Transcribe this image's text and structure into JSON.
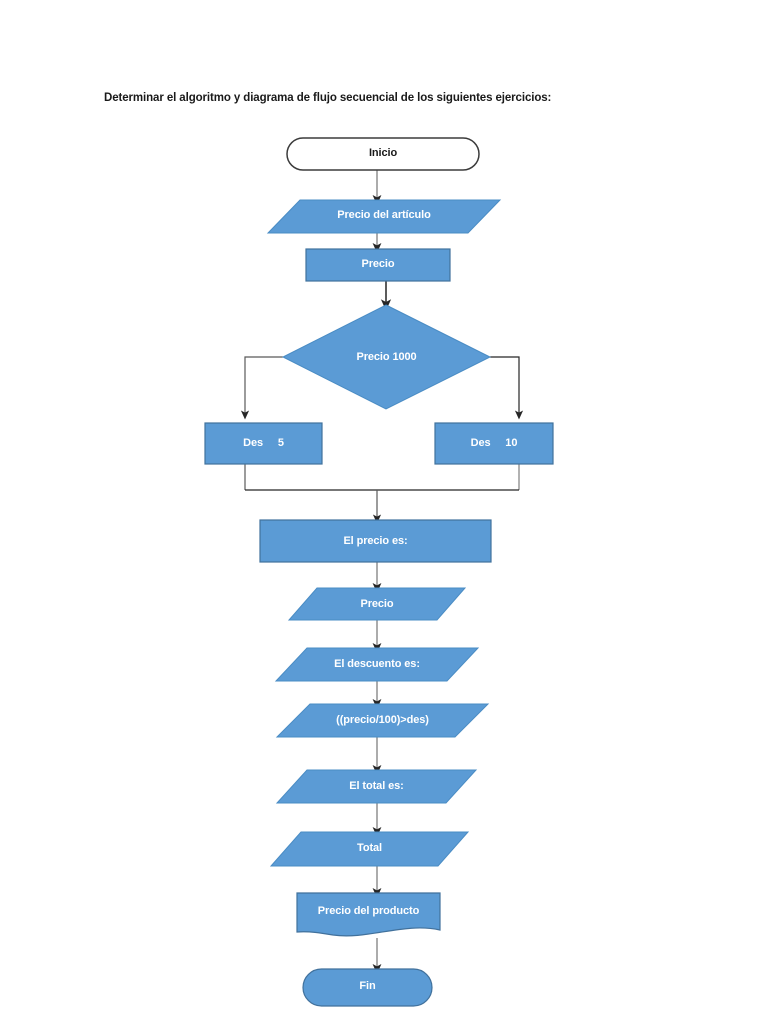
{
  "document": {
    "title_text": "Determinar el algoritmo y diagrama de flujo secuencial de los siguientes ejercicios:",
    "background_color": "#ffffff"
  },
  "theme": {
    "shape_fill": "#5B9BD5",
    "shape_stroke": "#41719C",
    "terminal_start_fill": "#ffffff",
    "terminal_start_stroke": "#3B3B3B",
    "text_on_fill": "#ffffff",
    "text_on_white": "#1a1a1a",
    "connector_color": "#7F7F7F",
    "connector_dark": "#262626"
  },
  "flowchart": {
    "type": "flowchart",
    "orientation": "top-to-bottom",
    "nodes": [
      {
        "id": "inicio",
        "label": "Inicio",
        "shape": "terminator",
        "filled": false
      },
      {
        "id": "precio-articulo",
        "label": "Precio del artículo",
        "sub_label": "      .        .     .",
        "shape": "parallelogram",
        "filled": true
      },
      {
        "id": "precio-input",
        "label": "Precio",
        "shape": "rectangle",
        "filled": true
      },
      {
        "id": "decision-precio",
        "label": "Precio 1000",
        "shape": "diamond",
        "filled": true
      },
      {
        "id": "des-5",
        "label": "Des     5",
        "shape": "rectangle",
        "filled": true
      },
      {
        "id": "des-10",
        "label": "Des     10",
        "shape": "rectangle",
        "filled": true
      },
      {
        "id": "el-precio-es",
        "label": "El precio es:",
        "shape": "rectangle",
        "filled": true
      },
      {
        "id": "precio-out",
        "label": "Precio",
        "shape": "parallelogram",
        "filled": true
      },
      {
        "id": "el-descuento-es",
        "label": "El descuento es:",
        "shape": "parallelogram",
        "filled": true
      },
      {
        "id": "formula-descuento",
        "label": "((precio/100)>des)",
        "shape": "parallelogram",
        "filled": true
      },
      {
        "id": "el-total-es",
        "label": "El total es:",
        "shape": "parallelogram",
        "filled": true
      },
      {
        "id": "total",
        "label": "Total",
        "shape": "parallelogram",
        "filled": true
      },
      {
        "id": "precio-del-producto",
        "label": "Precio del producto",
        "shape": "document",
        "filled": true
      },
      {
        "id": "fin",
        "label": "Fin",
        "shape": "terminator",
        "filled": true
      }
    ],
    "edges": [
      {
        "from": "inicio",
        "to": "precio-articulo"
      },
      {
        "from": "precio-articulo",
        "to": "precio-input"
      },
      {
        "from": "precio-input",
        "to": "decision-precio"
      },
      {
        "from": "decision-precio",
        "to": "des-5"
      },
      {
        "from": "decision-precio",
        "to": "des-10"
      },
      {
        "from": "des-5",
        "to": "el-precio-es"
      },
      {
        "from": "des-10",
        "to": "el-precio-es"
      },
      {
        "from": "el-precio-es",
        "to": "precio-out"
      },
      {
        "from": "precio-out",
        "to": "el-descuento-es"
      },
      {
        "from": "el-descuento-es",
        "to": "formula-descuento"
      },
      {
        "from": "formula-descuento",
        "to": "el-total-es"
      },
      {
        "from": "el-total-es",
        "to": "total"
      },
      {
        "from": "total",
        "to": "precio-del-producto"
      },
      {
        "from": "precio-del-producto",
        "to": "fin"
      }
    ]
  }
}
